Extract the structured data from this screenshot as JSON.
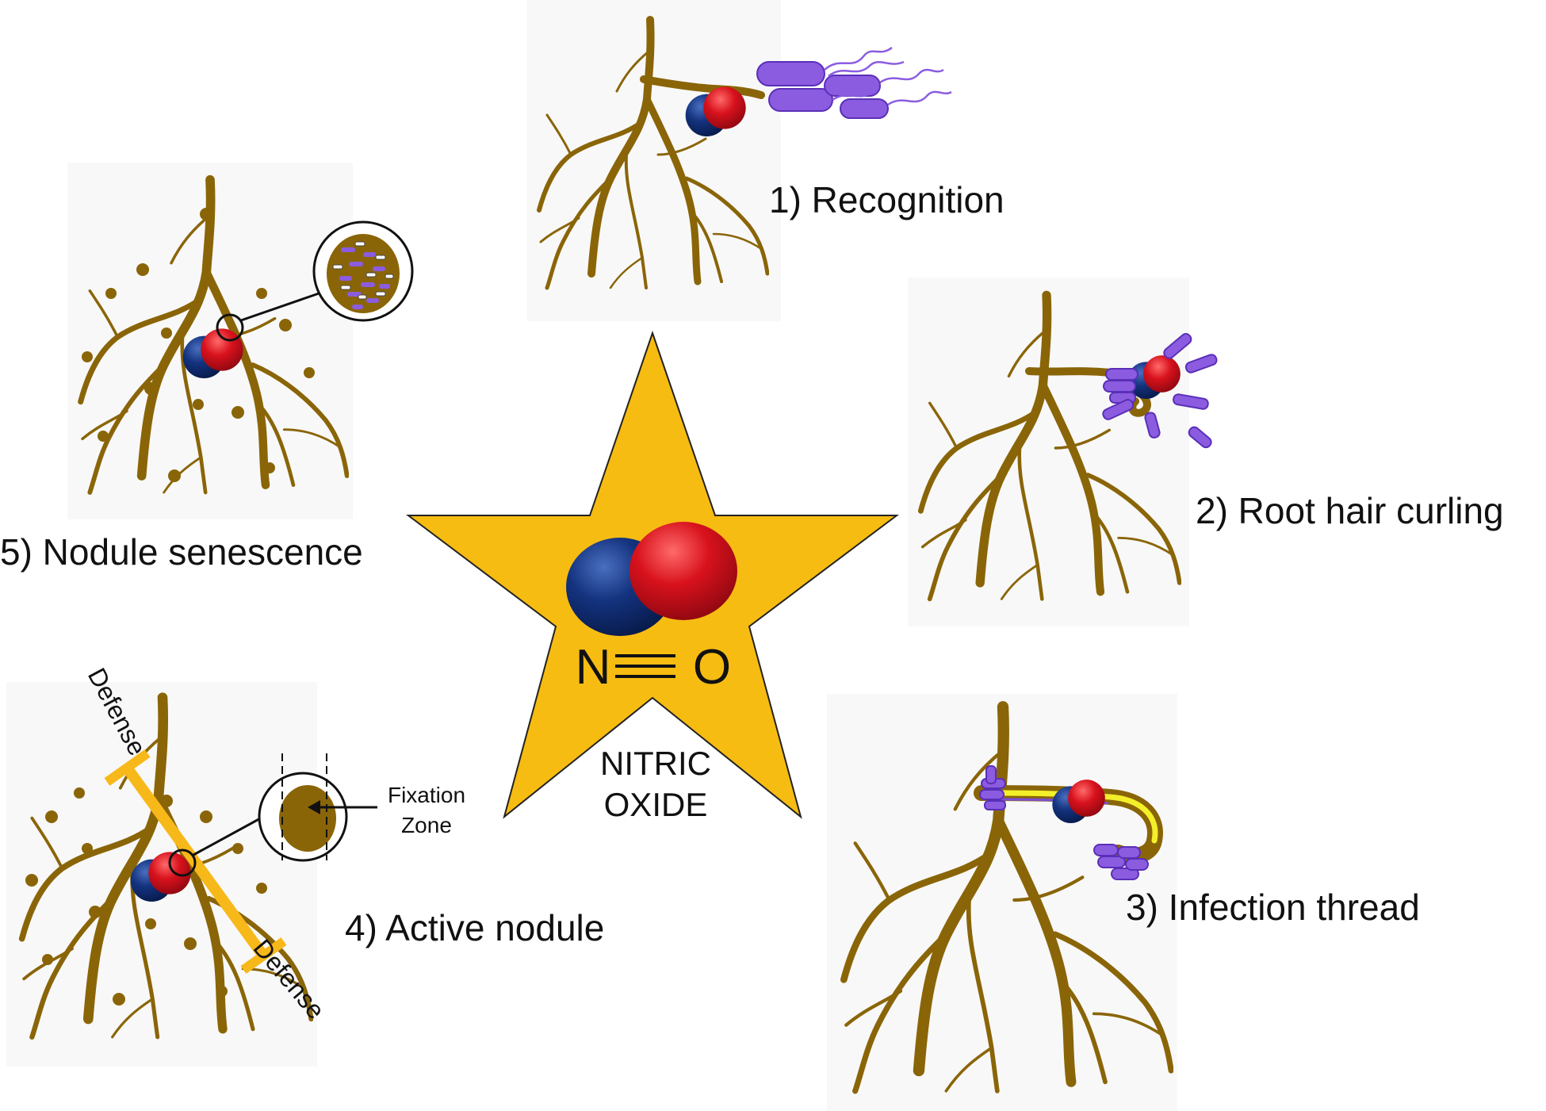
{
  "center": {
    "formula_left": "N",
    "formula_right": "O",
    "name_line1": "NITRIC",
    "name_line2": "OXIDE"
  },
  "stages": [
    {
      "label": "1) Recognition"
    },
    {
      "label": "2) Root hair curling"
    },
    {
      "label": "3) Infection thread"
    },
    {
      "label": "4) Active nodule"
    },
    {
      "label": "5) Nodule senescence"
    }
  ],
  "active_nodule": {
    "fixation_line1": "Fixation",
    "fixation_line2": "Zone",
    "defense_top": "Defense",
    "defense_bottom": "Defense"
  },
  "colors": {
    "star": "#F7BC12",
    "root": "#8A6508",
    "molecule_n": "#0E2A6E",
    "molecule_o": "#D0101C",
    "bacteria": "#7B4FD8",
    "defense": "#F7B81A",
    "thread": "#F3F02A"
  }
}
